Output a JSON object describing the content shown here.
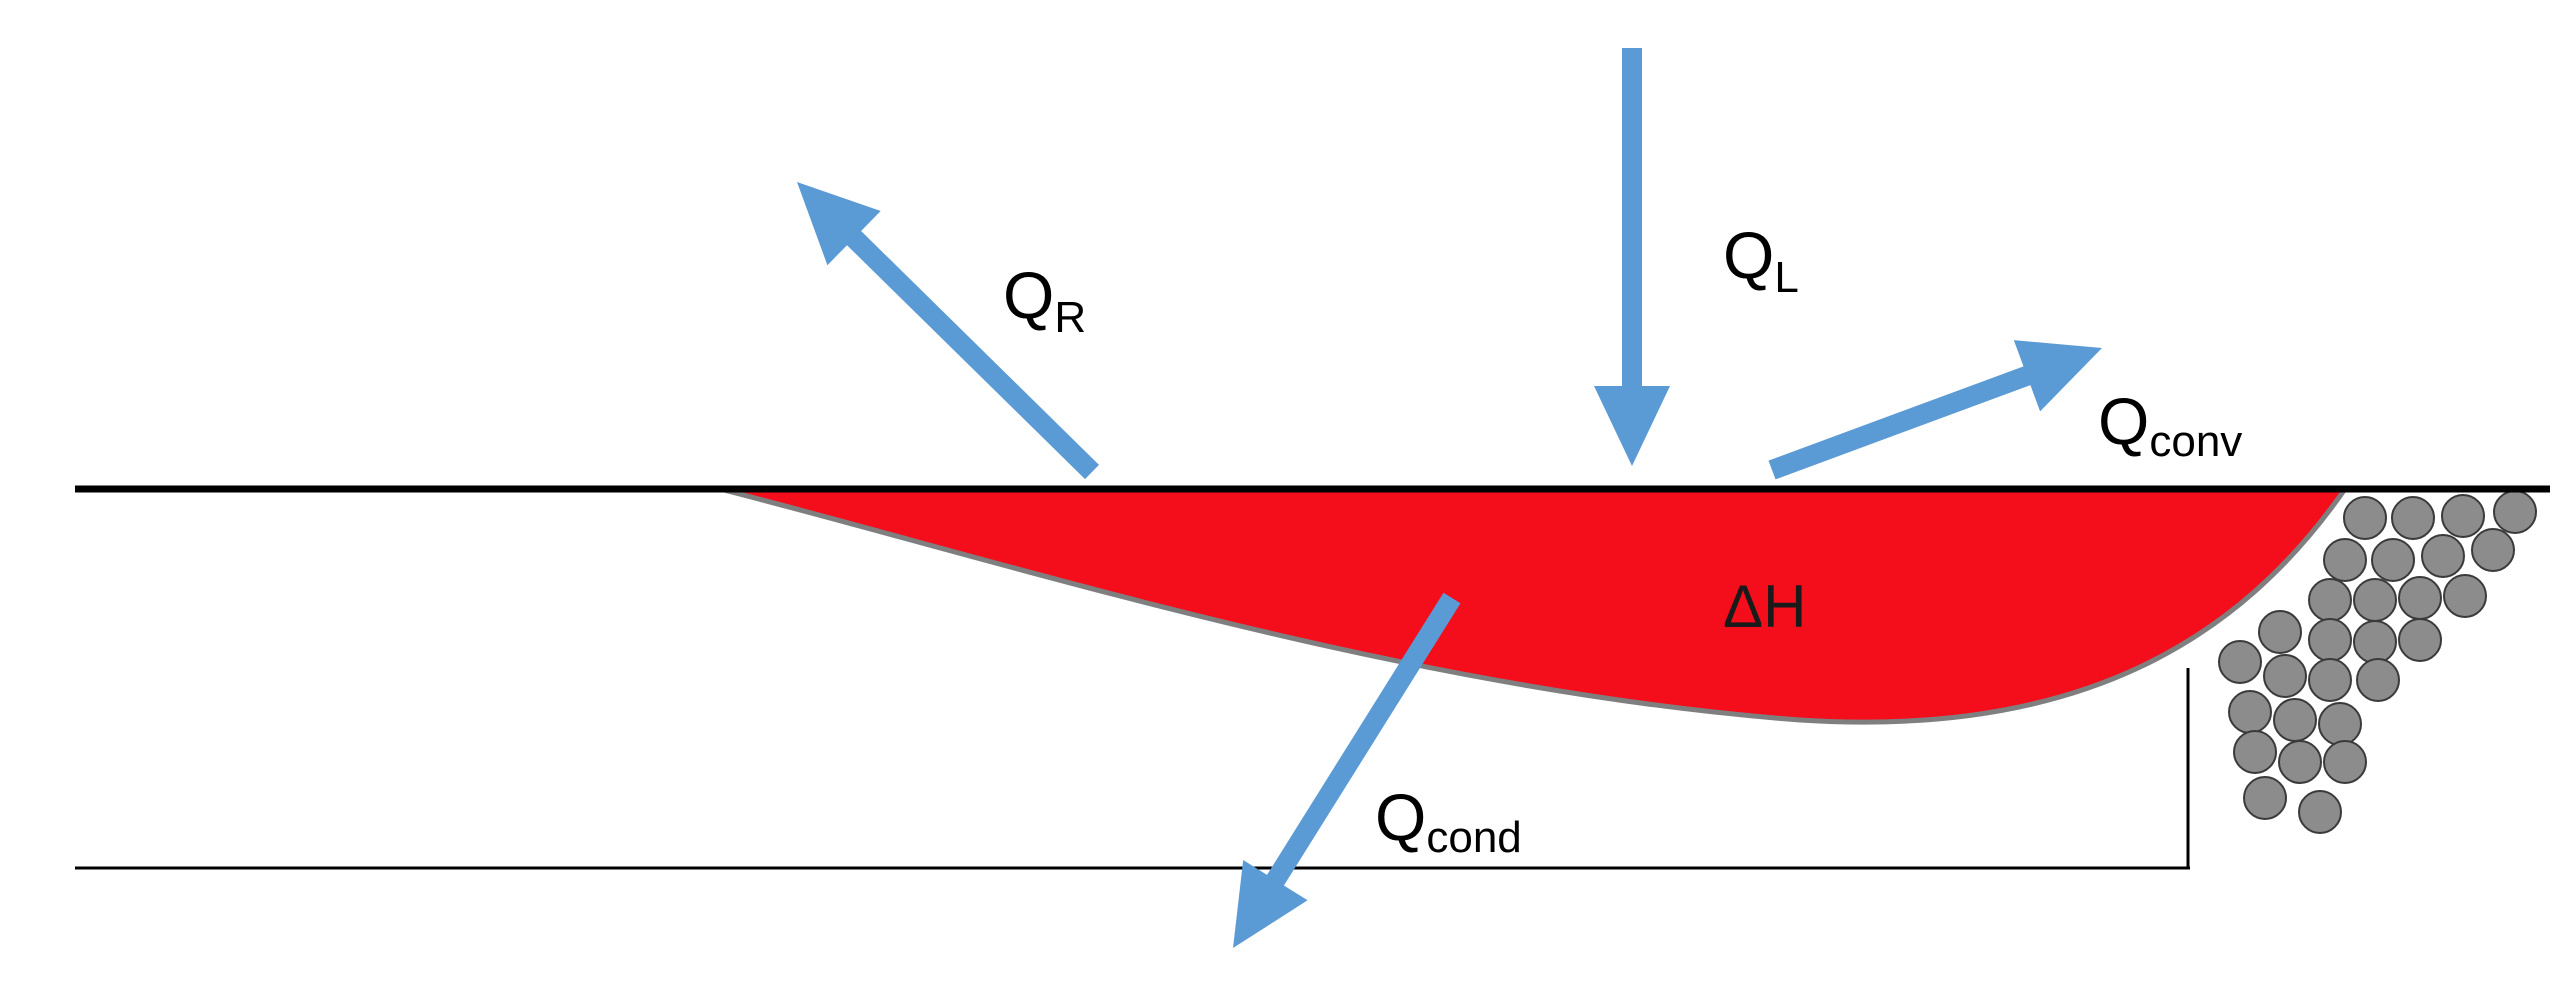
{
  "labels": {
    "q_r": {
      "main": "Q",
      "sub": "R"
    },
    "q_l": {
      "main": "Q",
      "sub": "L"
    },
    "q_conv": {
      "main": "Q",
      "sub": "conv"
    },
    "q_cond": {
      "main": "Q",
      "sub": "cond"
    },
    "delta_h": "ΔH"
  },
  "colors": {
    "arrow": "#5b9bd5",
    "pool": "#f40d1b",
    "pool_outline": "#7f7f7f",
    "line": "#000000",
    "particle": "#8c8c8c",
    "particle_outline": "#3a3a3a"
  },
  "arrows": [
    {
      "name": "arrow-q-r"
    },
    {
      "name": "arrow-q-l"
    },
    {
      "name": "arrow-q-conv"
    },
    {
      "name": "arrow-q-cond"
    }
  ]
}
